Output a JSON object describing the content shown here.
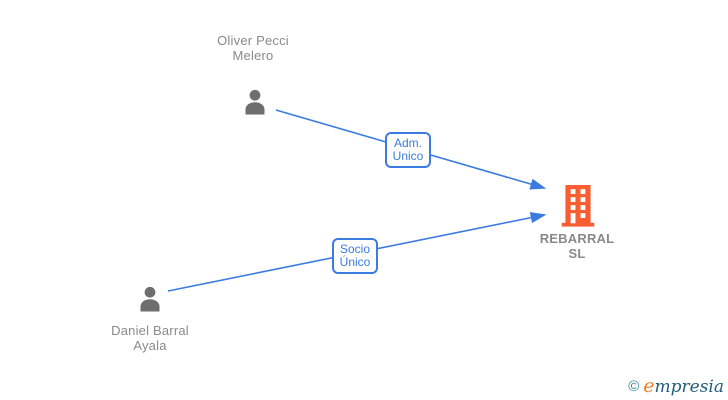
{
  "diagram": {
    "type": "corporate-relationship-graph",
    "nodes": {
      "person1": {
        "name": "Oliver Pecci Melero",
        "kind": "person"
      },
      "person2": {
        "name": "Daniel Barral Ayala",
        "kind": "person"
      },
      "company": {
        "name": "REBARRAL SL",
        "kind": "company"
      }
    },
    "edges": [
      {
        "from": "person1",
        "to": "company",
        "label": "Adm. Unico"
      },
      {
        "from": "person2",
        "to": "company",
        "label": "Socio Único"
      }
    ],
    "colors": {
      "link_blue": "#3c7ce0",
      "person_gray": "#6e6e6e",
      "company_orange": "#f95d32",
      "name_text_gray": "#8a8a8a"
    }
  },
  "watermark": {
    "copyright": "©",
    "brand_first": "e",
    "brand_rest": "mpresia"
  }
}
